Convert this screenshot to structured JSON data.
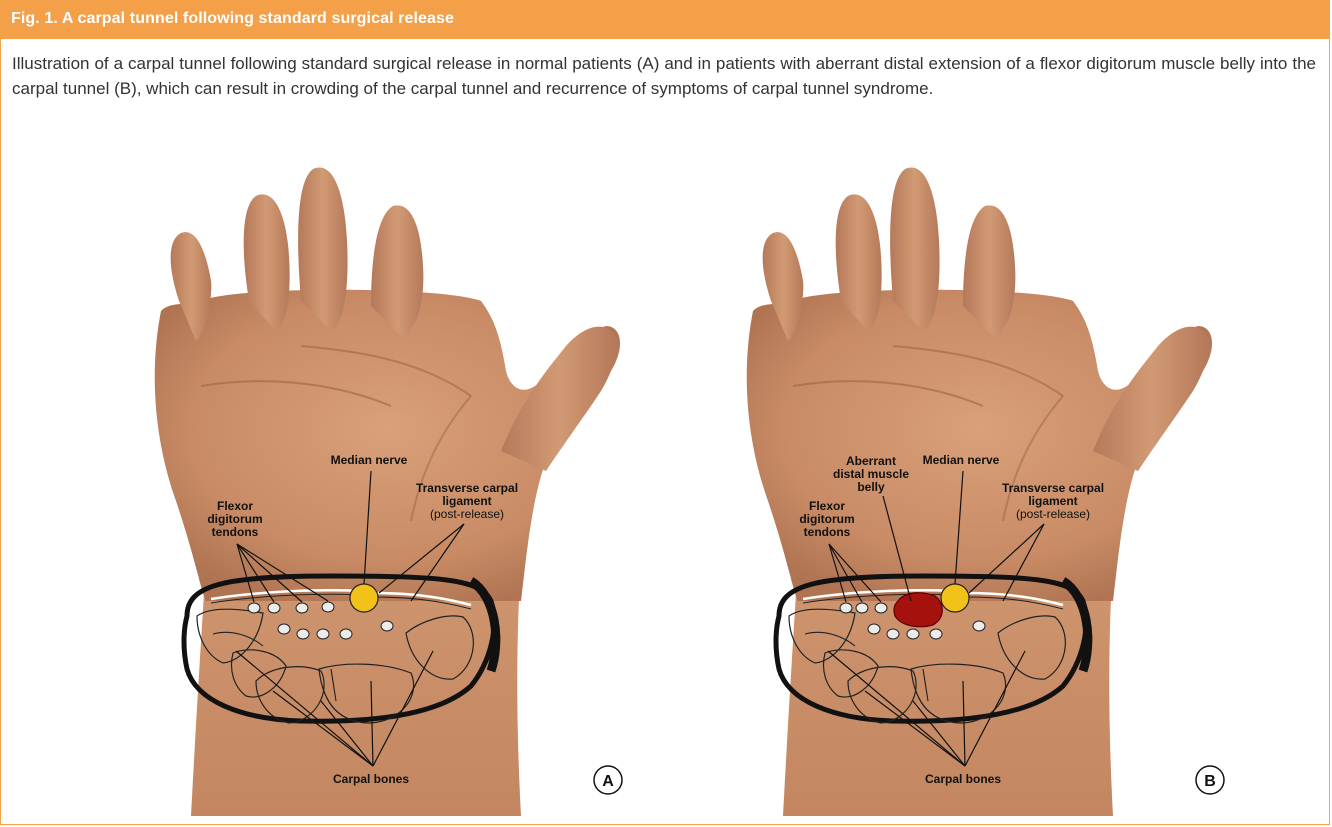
{
  "figure": {
    "title": "Fig. 1. A carpal tunnel following standard surgical release",
    "caption": "Illustration of a carpal tunnel following standard surgical release in normal patients (A) and in patients with aberrant distal extension of a flexor digitorum muscle belly into the carpal tunnel (B), which can result in crowding of the carpal tunnel and recurrence of symptoms of carpal tunnel syndrome."
  },
  "panels": [
    {
      "letter": "A",
      "labels": {
        "median_nerve": "Median nerve",
        "transverse_1": "Transverse carpal",
        "transverse_2": "ligament",
        "transverse_3": "(post-release)",
        "flexor_1": "Flexor",
        "flexor_2": "digitorum",
        "flexor_3": "tendons",
        "carpal_bones": "Carpal bones"
      }
    },
    {
      "letter": "B",
      "labels": {
        "aberrant_1": "Aberrant",
        "aberrant_2": "distal muscle",
        "aberrant_3": "belly",
        "median_nerve": "Median nerve",
        "transverse_1": "Transverse carpal",
        "transverse_2": "ligament",
        "transverse_3": "(post-release)",
        "flexor_1": "Flexor",
        "flexor_2": "digitorum",
        "flexor_3": "tendons",
        "carpal_bones": "Carpal bones"
      }
    }
  ],
  "colors": {
    "header": "#f4a048",
    "skin": "#c98e68",
    "skin_dark": "#a9714f",
    "median_nerve": "#f2c11a",
    "aberrant_muscle": "#a5120e",
    "tendon": "#ececec"
  }
}
